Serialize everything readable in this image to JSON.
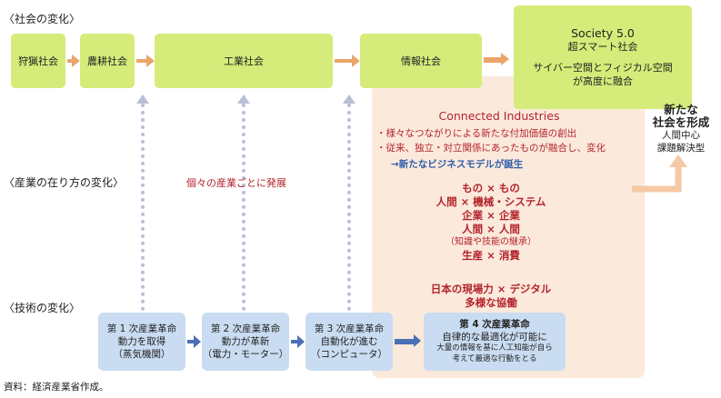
{
  "sections": {
    "society": "〈社会の変化〉",
    "industry": "〈産業の在り方の変化〉",
    "technology": "〈技術の変化〉"
  },
  "society_stages": [
    {
      "label": "狩猟社会"
    },
    {
      "label": "農耕社会"
    },
    {
      "label": "工業社会"
    },
    {
      "label": "情報社会"
    }
  ],
  "society5": {
    "title": "Society 5.0",
    "subtitle": "超スマート社会",
    "desc_line1": "サイバー空間とフィジカル空間",
    "desc_line2": "が高度に融合"
  },
  "new_society": {
    "line1": "新たな",
    "line2": "社会を形成",
    "line3": "人間中心",
    "line4": "課題解決型"
  },
  "individual_development": "個々の産業ごとに発展",
  "connected_industries": {
    "title": "Connected Industries",
    "bullet1": "・様々なつながりによる新たな付加価値の創出",
    "bullet2": "・従来、独立・対立関係にあったものが融合し、変化",
    "result": "→新たなビジネスモデルが誕生",
    "combos": [
      "もの × もの",
      "人間 × 機械・システム",
      "企業 × 企業",
      "人間 × 人間"
    ],
    "combo_note": "（知識や技能の継承）",
    "combo_last": "生産 × 消費",
    "japan_line1": "日本の現場力 × デジタル",
    "japan_line2": "多様な協働"
  },
  "revolutions": [
    {
      "title": "第 1 次産業革命",
      "line1": "動力を取得",
      "line2": "（蒸気機関）"
    },
    {
      "title": "第 2 次産業革命",
      "line1": "動力が革新",
      "line2": "（電力・モーター）"
    },
    {
      "title": "第 3 次産業革命",
      "line1": "自動化が進む",
      "line2": "（コンピュータ）"
    }
  ],
  "revolution4": {
    "title": "第 4 次産業革命",
    "line1": "自律的な最適化が可能に",
    "line2": "大量の情報を基に人工知能が自ら",
    "line3": "考えて最適な行動をとる"
  },
  "source": "資料：経済産業省作成。"
}
